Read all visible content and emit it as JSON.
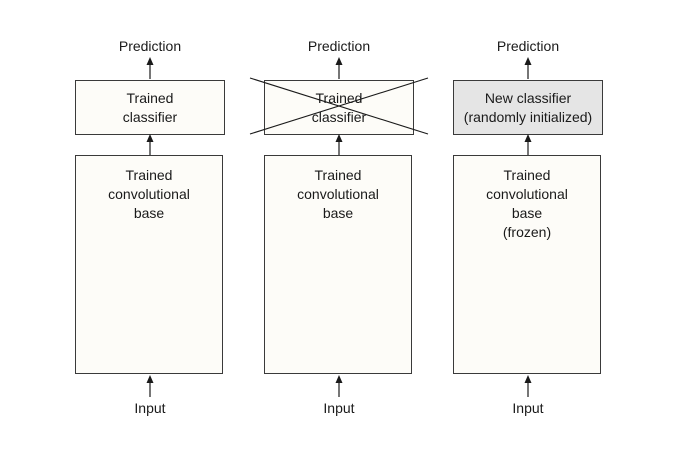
{
  "columns": [
    {
      "prediction": "Prediction",
      "top_box": [
        "Trained",
        "classifier"
      ],
      "base_box": [
        "Trained",
        "convolutional",
        "base"
      ],
      "input": "Input"
    },
    {
      "prediction": "Prediction",
      "top_box": [
        "Trained",
        "classifier"
      ],
      "top_box_crossed_out": true,
      "base_box": [
        "Trained",
        "convolutional",
        "base"
      ],
      "input": "Input"
    },
    {
      "prediction": "Prediction",
      "top_box": [
        "New classifier",
        "(randomly initialized)"
      ],
      "top_box_fill": "#e5e5e5",
      "base_box": [
        "Trained",
        "convolutional",
        "base",
        "(frozen)"
      ],
      "input": "Input"
    }
  ],
  "colors": {
    "box_fill": "#fdfcf8",
    "new_classifier_fill": "#e5e5e5",
    "stroke": "#3a3a3a"
  }
}
